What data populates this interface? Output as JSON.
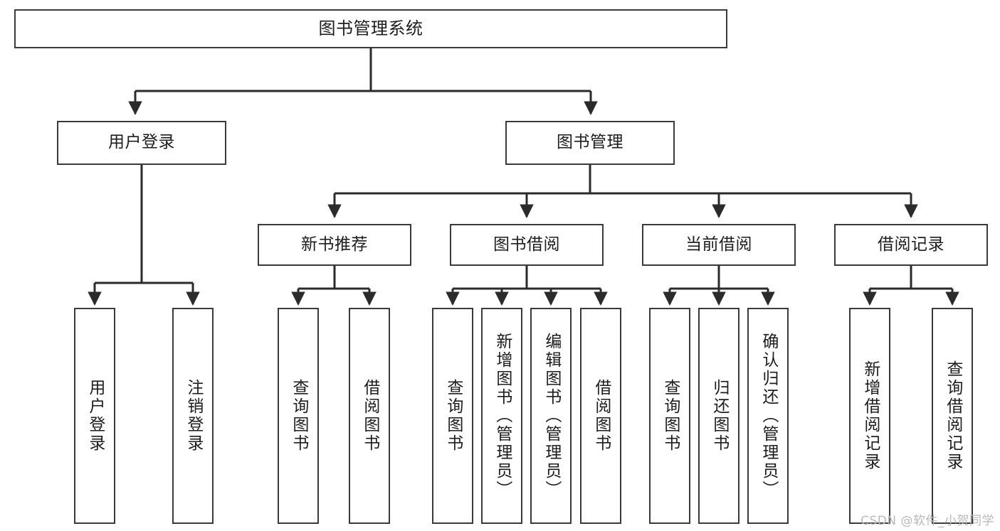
{
  "diagram": {
    "title": "图书管理系统",
    "type": "tree-hierarchy-chart",
    "root": {
      "id": "root",
      "label": "图书管理系统"
    },
    "level2": [
      {
        "id": "user-login",
        "label": "用户登录"
      },
      {
        "id": "book-manage",
        "label": "图书管理"
      }
    ],
    "level3": [
      {
        "id": "new-book-recommend",
        "label": "新书推荐",
        "parent": "book-manage"
      },
      {
        "id": "book-borrow",
        "label": "图书借阅",
        "parent": "book-manage"
      },
      {
        "id": "current-borrow",
        "label": "当前借阅",
        "parent": "book-manage"
      },
      {
        "id": "borrow-record",
        "label": "借阅记录",
        "parent": "book-manage"
      }
    ],
    "leaves": [
      {
        "id": "leaf-user-login",
        "label": "用户登录",
        "parent": "user-login"
      },
      {
        "id": "leaf-logout-login",
        "label": "注销登录",
        "parent": "user-login"
      },
      {
        "id": "leaf-query-book-1",
        "label": "查询图书",
        "parent": "new-book-recommend"
      },
      {
        "id": "leaf-borrow-book-1",
        "label": "借阅图书",
        "parent": "new-book-recommend"
      },
      {
        "id": "leaf-query-book-2",
        "label": "查询图书",
        "parent": "book-borrow"
      },
      {
        "id": "leaf-add-book",
        "label": "新增图书（管理员）",
        "parent": "book-borrow"
      },
      {
        "id": "leaf-edit-book",
        "label": "编辑图书（管理员）",
        "parent": "book-borrow"
      },
      {
        "id": "leaf-borrow-book-2",
        "label": "借阅图书",
        "parent": "book-borrow"
      },
      {
        "id": "leaf-query-book-3",
        "label": "查询图书",
        "parent": "current-borrow"
      },
      {
        "id": "leaf-return-book",
        "label": "归还图书",
        "parent": "current-borrow"
      },
      {
        "id": "leaf-confirm-return",
        "label": "确认归还（管理员）",
        "parent": "current-borrow"
      },
      {
        "id": "leaf-add-record",
        "label": "新增借阅记录",
        "parent": "borrow-record"
      },
      {
        "id": "leaf-query-record",
        "label": "查询借阅记录",
        "parent": "borrow-record"
      }
    ],
    "colors": {
      "box_border": "#3a3a3a",
      "box_fill": "#ffffff",
      "connector": "#2b2b2b",
      "text": "#1d1d1d",
      "watermark": "#b9b9b9",
      "background": "#ffffff"
    }
  },
  "watermark": {
    "text": "CSDN @软件_小贺同学"
  }
}
